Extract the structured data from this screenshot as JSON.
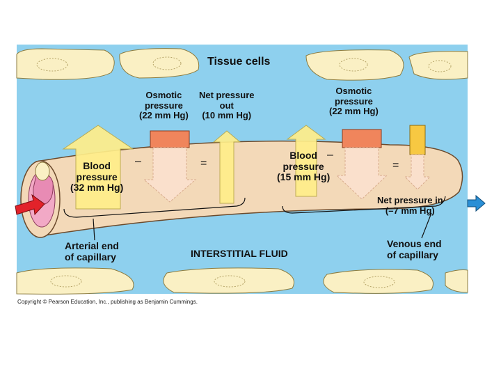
{
  "diagram": {
    "title": "Tissue cells",
    "interstitial_label": "INTERSTITIAL FLUID",
    "arterial_end": [
      "Arterial end",
      "of capillary"
    ],
    "venous_end": [
      "Venous end",
      "of capillary"
    ],
    "arterial": {
      "blood_pressure": [
        "Blood",
        "pressure",
        "(32 mm Hg)"
      ],
      "osmotic_pressure": [
        "Osmotic",
        "pressure",
        "(22 mm Hg)"
      ],
      "net_pressure": [
        "Net pressure",
        "out",
        "(10 mm Hg)"
      ],
      "minus_sign": "–",
      "equals_sign": "="
    },
    "venous": {
      "blood_pressure": [
        "Blood",
        "pressure",
        "(15 mm Hg)"
      ],
      "osmotic_pressure": [
        "Osmotic",
        "pressure",
        "(22 mm Hg)"
      ],
      "net_pressure": [
        "Net pressure in",
        "(–7 mm Hg)"
      ],
      "minus_sign": "–",
      "equals_sign": "="
    },
    "copyright": "Copyright © Pearson Education, Inc., publishing as Benjamin Cummings.",
    "colors": {
      "fluid": "#8ed0ee",
      "cell": "#faf0c4",
      "capillary": "#f3d9b8",
      "outward_arrow": "#ffee8a",
      "inward_arrow": "#fbe1cf",
      "osmotic_block": "#f0855c",
      "net_in_block": "#f7c842",
      "blood_flow_in": "#e2222a",
      "blood_flow_out": "#2a8fd6"
    }
  }
}
